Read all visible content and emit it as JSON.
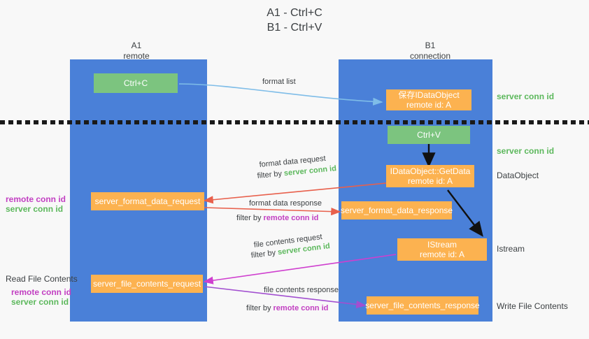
{
  "title": {
    "line1": "A1 - Ctrl+C",
    "line2": "B1 - Ctrl+V"
  },
  "columns": [
    {
      "name": "A1",
      "role": "remote"
    },
    {
      "name": "B1",
      "role": "connection"
    }
  ],
  "nodes": {
    "ctrl_c": "Ctrl+C",
    "ctrl_v": "Ctrl+V",
    "save_idataobject": "保存IDataObject\nremote id: A",
    "idataobject_getdata": "IDataObject::GetData\nremote id: A",
    "istream": "IStream\nremote id: A",
    "server_format_data_request": "server_format_data_request",
    "server_format_data_response": "server_format_data_response",
    "server_file_contents_request": "server_file_contents_request",
    "server_file_contents_response": "server_file_contents_response"
  },
  "right_labels": {
    "server_conn_id_top": "server conn id",
    "server_conn_id_mid": "server conn id",
    "dataobject": "DataObject",
    "istream": "Istream",
    "write_file_contents": "Write File Contents"
  },
  "left_labels": {
    "remote_conn_id_1": "remote conn id",
    "server_conn_id_1": "server conn id",
    "read_file_contents": "Read File Contents",
    "remote_conn_id_2": "remote conn id",
    "server_conn_id_2": "server conn id"
  },
  "edges": {
    "format_list": "format list",
    "format_data_request": "format data request",
    "format_data_request_filter_prefix": "filter by ",
    "format_data_request_filter_value": "server conn id",
    "format_data_response": "format data response",
    "format_data_response_filter_prefix": "filter by ",
    "format_data_response_filter_value": "remote conn id",
    "file_contents_request": "file contents request",
    "file_contents_request_filter_prefix": "filter by ",
    "file_contents_request_filter_value": "server conn id",
    "file_contents_response": "file contents response",
    "file_contents_response_filter_prefix": "filter by ",
    "file_contents_response_filter_value": "remote conn id"
  },
  "colors": {
    "lane": "#4a80d8",
    "green_node": "#7cc47f",
    "orange_node": "#fcb250",
    "green_text": "#5cb85c",
    "purple_text": "#c23fc2",
    "blue_arrow": "#7fbde8",
    "red_arrow": "#e8604c",
    "magenta_arrow": "#cf3fcf",
    "purple_arrow": "#a24fd0",
    "black_arrow": "#111111",
    "background": "#f8f8f8"
  }
}
